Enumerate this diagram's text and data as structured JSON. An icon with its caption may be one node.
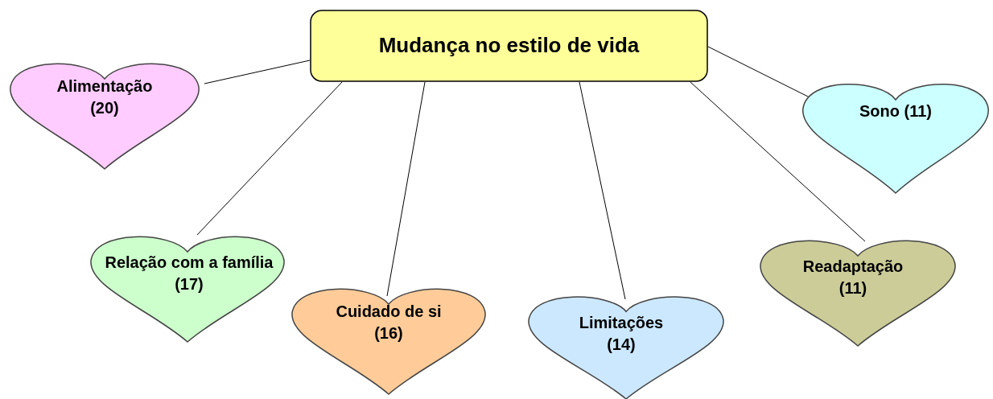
{
  "diagram": {
    "nodes": [
      {
        "text": [
          "Mudança no estilo de vida"
        ]
      },
      {
        "text": [
          "Alimentação (20)"
        ]
      },
      {
        "text": [
          "Relação com a família (17)"
        ]
      },
      {
        "text": [
          "Cuidado de si (16)"
        ]
      },
      {
        "text": [
          "Limitações (14)"
        ]
      },
      {
        "text": [
          "Readaptação (11)"
        ]
      },
      {
        "text": [
          "Sono (11)"
        ]
      }
    ],
    "edges": [
      {
        "from": 0,
        "to": 1,
        "arrow": "none"
      },
      {
        "from": 0,
        "to": 2,
        "arrow": "none"
      },
      {
        "from": 0,
        "to": 3,
        "arrow": "none"
      },
      {
        "from": 0,
        "to": 4,
        "arrow": "none"
      },
      {
        "from": 0,
        "to": 5,
        "arrow": "none"
      },
      {
        "from": 0,
        "to": 6,
        "arrow": "none"
      }
    ]
  }
}
